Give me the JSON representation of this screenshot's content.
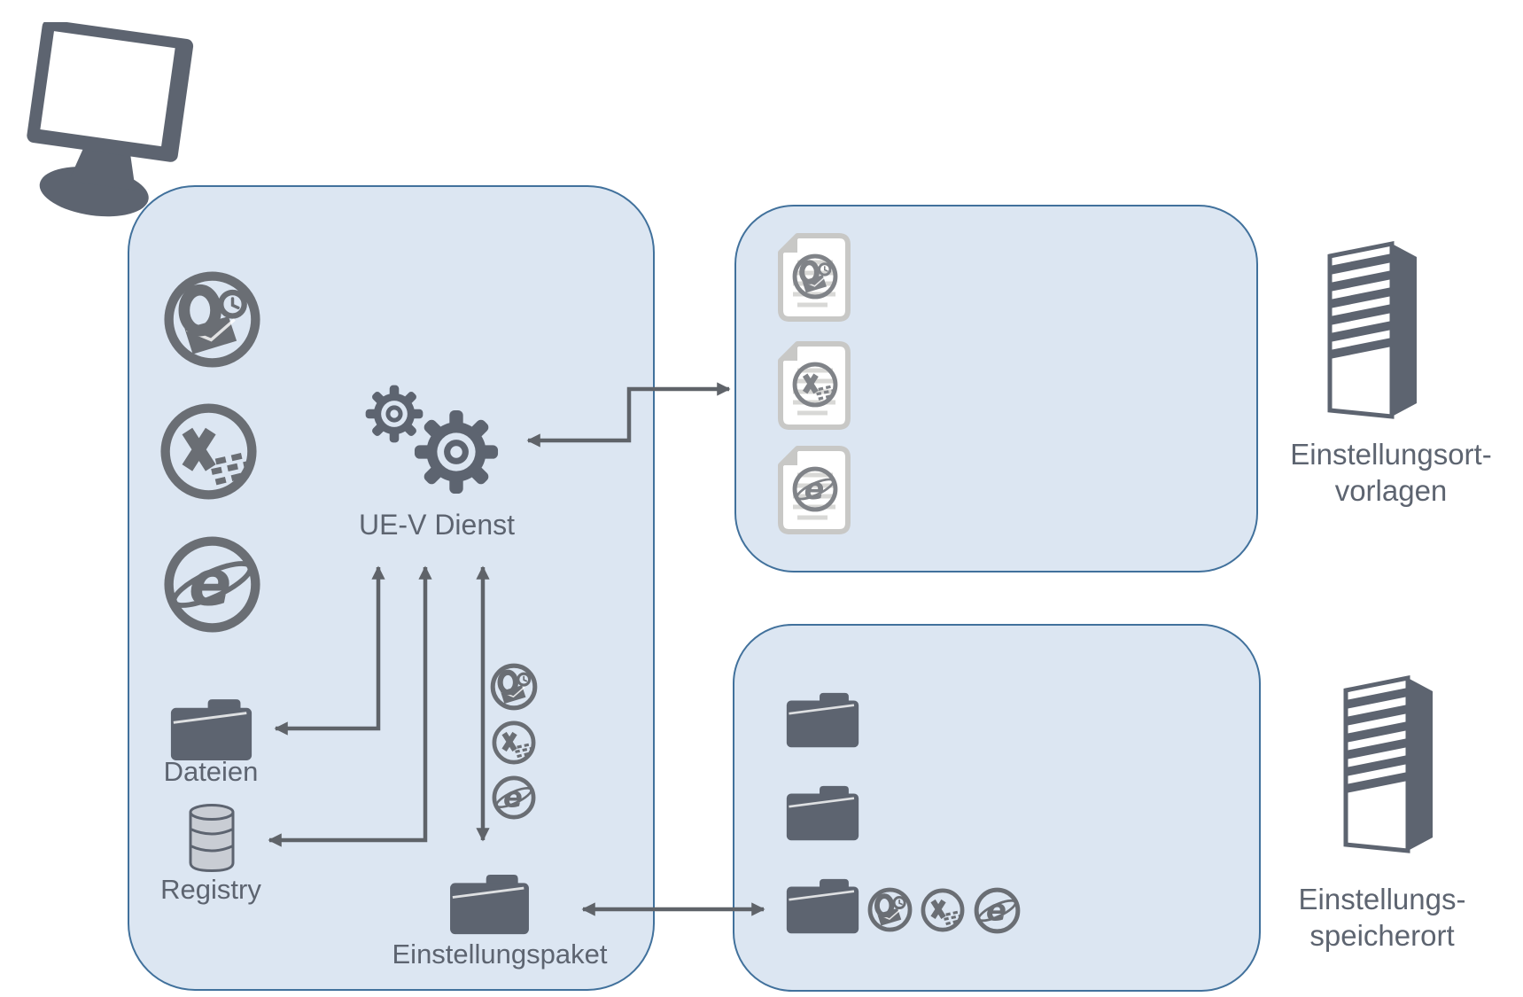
{
  "colors": {
    "box_fill": "#dce6f2",
    "box_border": "#41719c",
    "dark": "#5d6470",
    "icon_gray": "#6a6e74",
    "doc_gray": "#808388",
    "doc_outline": "#c8c8c6",
    "db_fill": "#c9cdd4",
    "arrow": "#5f6369",
    "text": "#5d6470"
  },
  "client": {
    "service_label": "UE-V Dienst",
    "files_label": "Dateien",
    "registry_label": "Registry",
    "package_label": "Einstellungspaket",
    "app_icons": [
      "outlook",
      "excel",
      "internet-explorer"
    ],
    "flow_icons": [
      "outlook",
      "excel",
      "internet-explorer"
    ]
  },
  "templates_box": {
    "document_icons": [
      "outlook-template-document",
      "excel-template-document",
      "internet-explorer-template-document"
    ]
  },
  "storage_box": {
    "folder_count": 3,
    "package_app_icons": [
      "outlook",
      "excel",
      "internet-explorer"
    ]
  },
  "servers": {
    "templates": {
      "line1": "Einstellungsort-",
      "line2": "vorlagen"
    },
    "storage": {
      "line1": "Einstellungs-",
      "line2": "speicherort"
    }
  }
}
